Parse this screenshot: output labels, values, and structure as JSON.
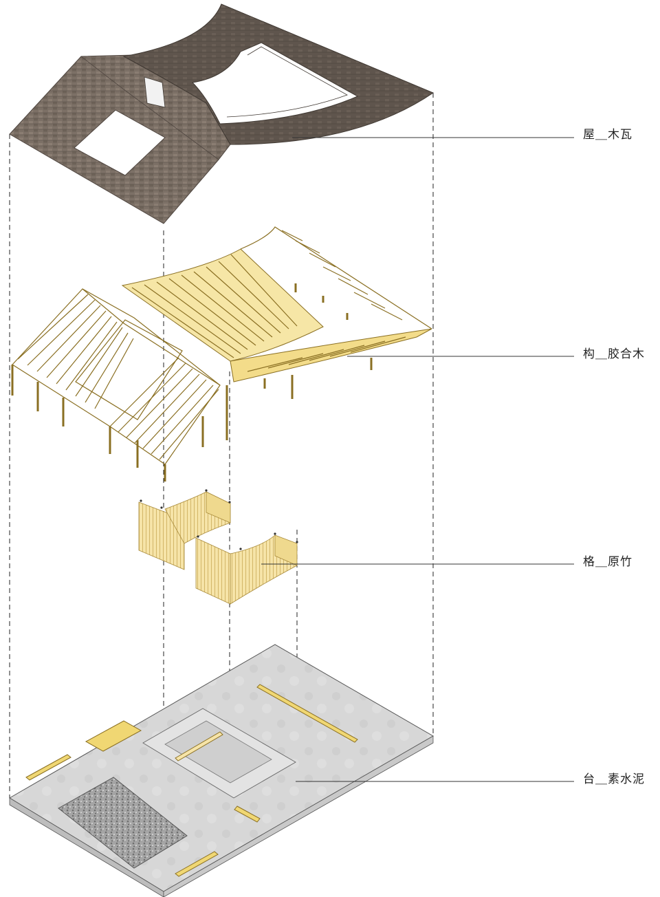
{
  "layers": [
    {
      "id": "roof",
      "label": "屋＿木瓦"
    },
    {
      "id": "frame",
      "label": "构＿胶合木"
    },
    {
      "id": "lattice",
      "label": "格＿原竹"
    },
    {
      "id": "platform",
      "label": "台＿素水泥"
    }
  ],
  "colors": {
    "roof_shingle": "#7a6e64",
    "roof_dark": "#5f554c",
    "glulam": "#f3dc8a",
    "bamboo": "#f7e7b0",
    "concrete": "#d9d9d9",
    "gravel": "#9a9a9a"
  }
}
